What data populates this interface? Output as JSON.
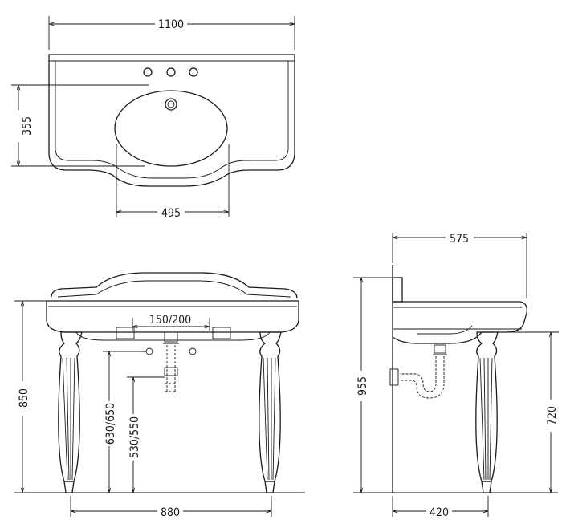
{
  "top_view": {
    "width_label": "1100",
    "depth_label": "355",
    "bowl_width_label": "495"
  },
  "front_view": {
    "tap_spacing_label": "150/200",
    "height_label": "850",
    "outlet_height_label": "630/650",
    "trap_height_label": "530/550",
    "leg_spacing_label": "880"
  },
  "side_view": {
    "depth_label": "575",
    "height_label": "955",
    "basin_bottom_label": "720",
    "leg_depth_label": "420"
  },
  "colors": {
    "line": "#1a1a1a",
    "background": "#ffffff"
  }
}
